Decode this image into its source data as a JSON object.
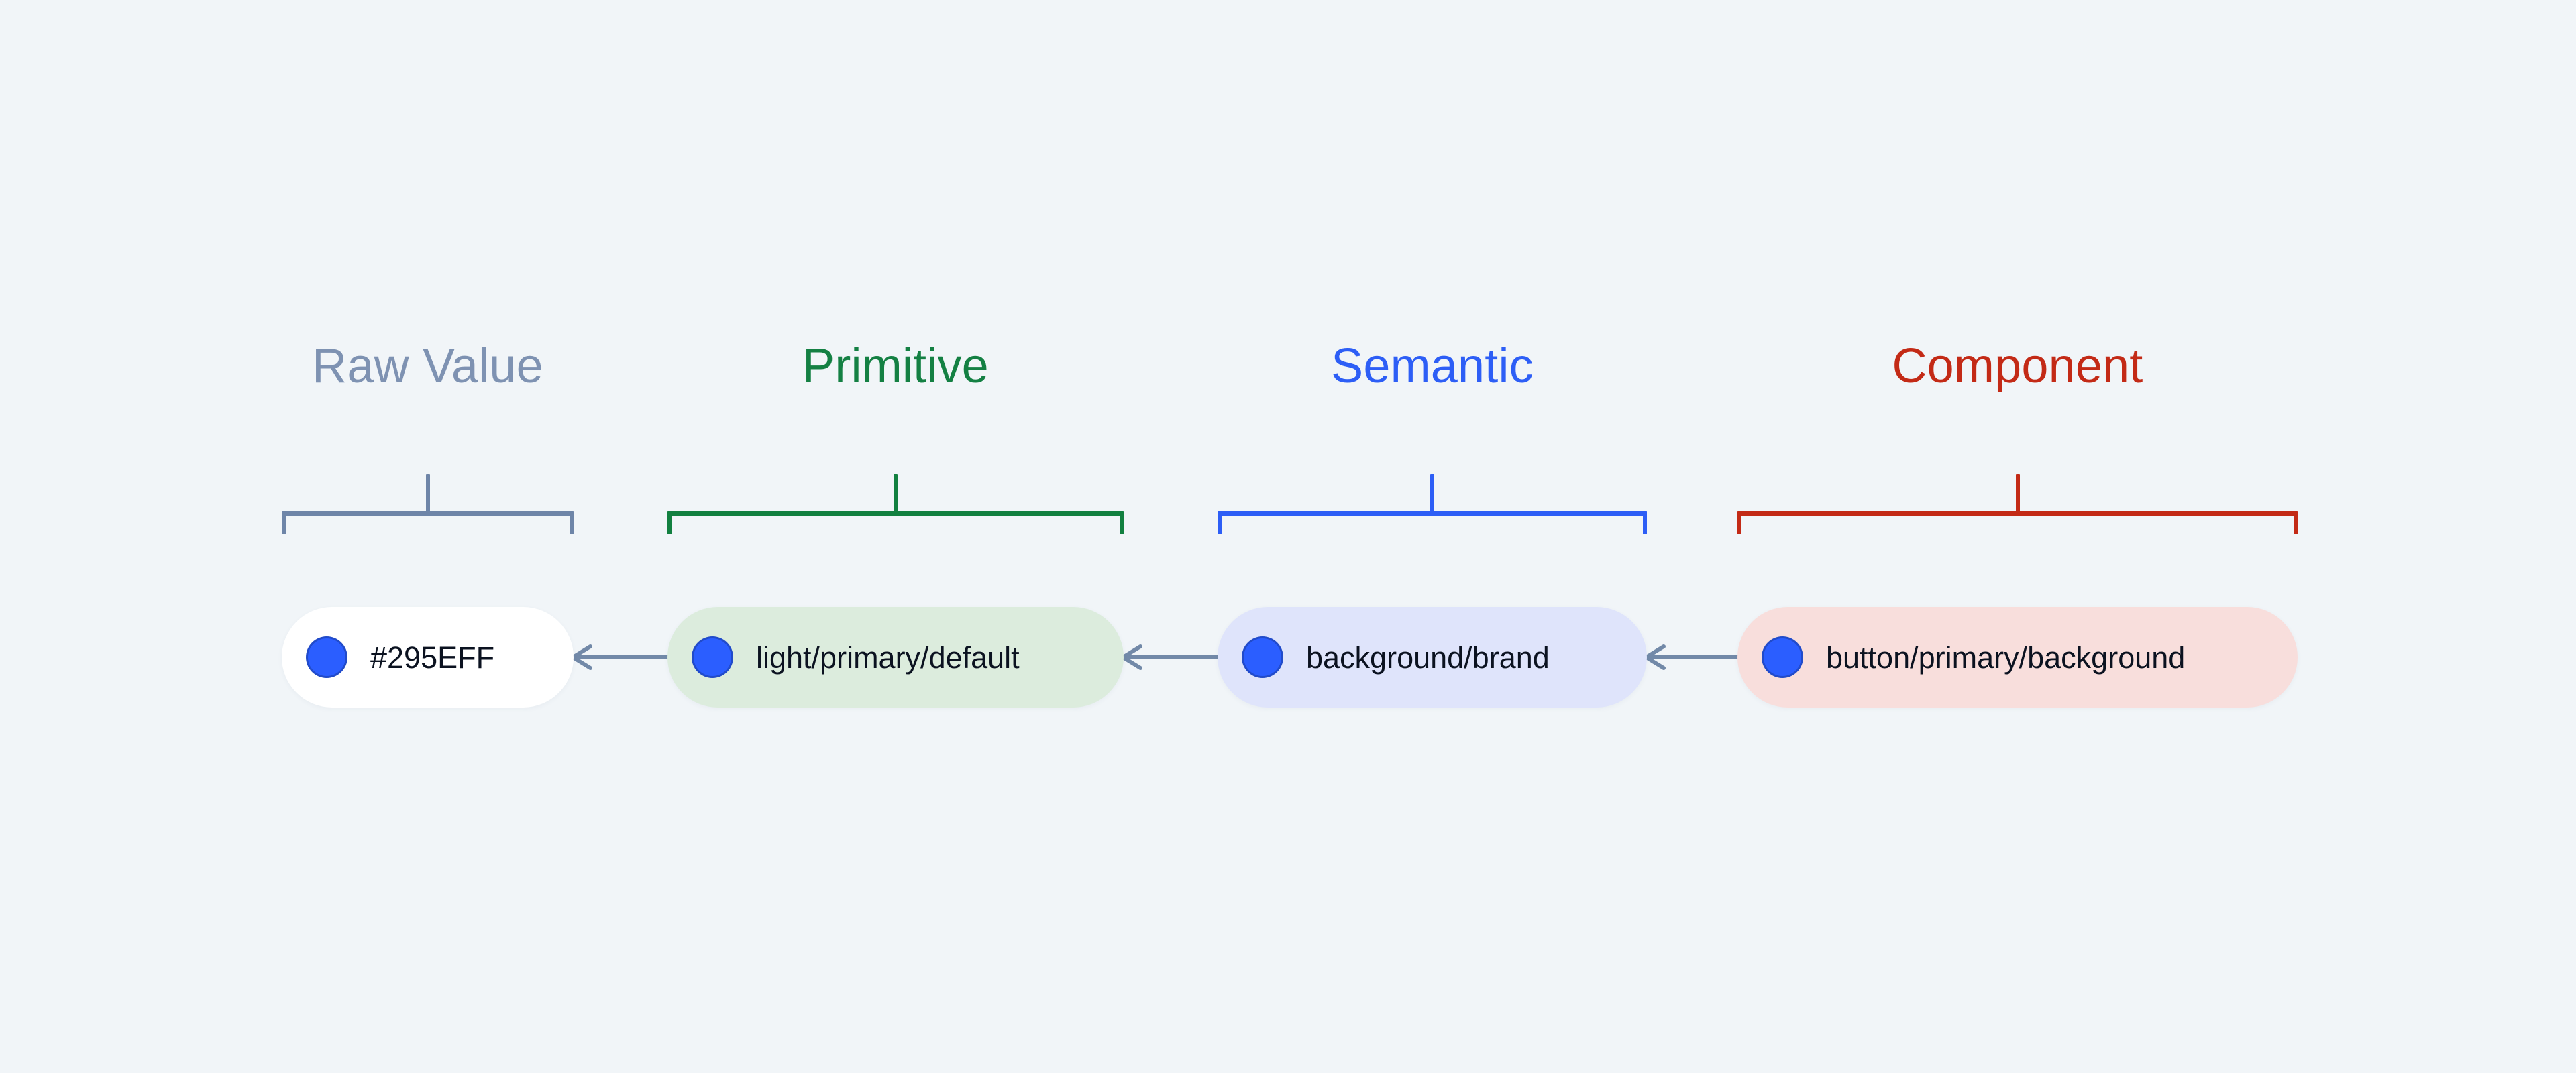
{
  "canvas": {
    "background_color": "#f1f5f8"
  },
  "tiers": [
    {
      "label": "Raw Value",
      "color": "#7e92b2",
      "bracket_color": "#6e85a8"
    },
    {
      "label": "Primitive",
      "color": "#148043",
      "bracket_color": "#128040"
    },
    {
      "label": "Semantic",
      "color": "#2d5ef6",
      "bracket_color": "#2d5ef6"
    },
    {
      "label": "Component",
      "color": "#c32a16",
      "bracket_color": "#c32a16"
    }
  ],
  "tokens": [
    {
      "label": "#295EFF",
      "swatch_color": "#2b5eff",
      "pill_background": "#ffffff"
    },
    {
      "label": "light/primary/default",
      "swatch_color": "#2b5eff",
      "pill_background": "#dcecdd"
    },
    {
      "label": "background/brand",
      "swatch_color": "#2b5eff",
      "pill_background": "#dfe4fb"
    },
    {
      "label": "button/primary/background",
      "swatch_color": "#2b5eff",
      "pill_background": "#f8dedc"
    }
  ],
  "arrows": [
    {
      "direction": "left",
      "color": "#7289a8"
    },
    {
      "direction": "left",
      "color": "#7289a8"
    },
    {
      "direction": "left",
      "color": "#7289a8"
    }
  ]
}
